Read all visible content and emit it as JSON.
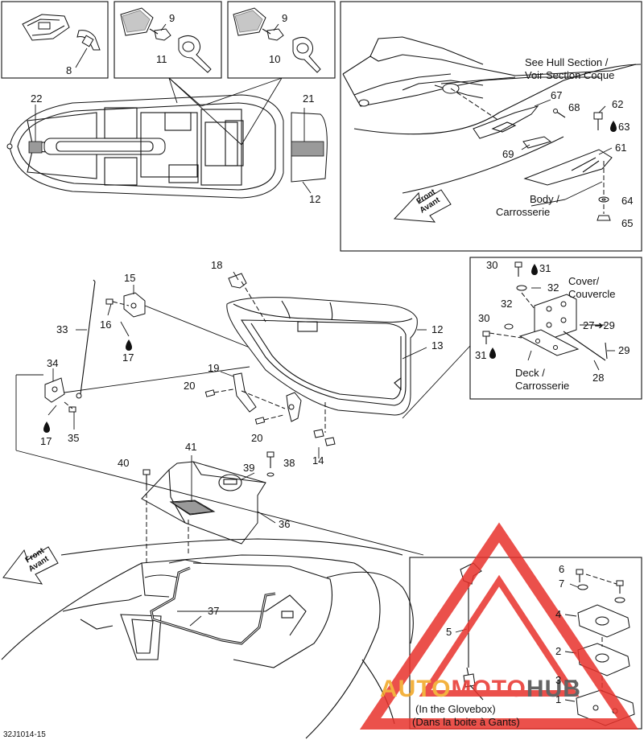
{
  "diagram_code": "32J1014-15",
  "callouts": {
    "c1": "1",
    "c2": "2",
    "c3": "3",
    "c4": "4",
    "c5": "5",
    "c6": "6",
    "c7": "7",
    "c8": "8",
    "c9a": "9",
    "c9b": "9",
    "c10": "10",
    "c11": "11",
    "c12a": "12",
    "c12b": "12",
    "c13": "13",
    "c14": "14",
    "c15": "15",
    "c16": "16",
    "c17a": "17",
    "c17b": "17",
    "c18": "18",
    "c19": "19",
    "c20a": "20",
    "c20b": "20",
    "c21": "21",
    "c22": "22",
    "c27_29": "27➔29",
    "c28": "28",
    "c29": "29",
    "c30a": "30",
    "c30b": "30",
    "c31a": "31",
    "c31b": "31",
    "c32a": "32",
    "c32b": "32",
    "c33": "33",
    "c34": "34",
    "c35": "35",
    "c36": "36",
    "c37": "37",
    "c38": "38",
    "c39": "39",
    "c40": "40",
    "c41": "41",
    "c61": "61",
    "c62": "62",
    "c63": "63",
    "c64": "64",
    "c65": "65",
    "c67": "67",
    "c68": "68",
    "c69": "69"
  },
  "notes": {
    "hull_line1": "See Hull Section /",
    "hull_line2": "Voir Section Coque",
    "body_line1": "Body /",
    "body_line2": "Carrosserie",
    "cover_line1": "Cover/",
    "cover_line2": "Couvercle",
    "deck_line1": "Deck /",
    "deck_line2": "Carrosserie",
    "glovebox_line1": "(In the Glovebox)",
    "glovebox_line2": "(Dans la boite à Gants)"
  },
  "front_arrow": {
    "line1": "Front",
    "line2": "Avant"
  },
  "watermark": {
    "text": "AUTOMOTOHUB",
    "accent_color": "#e8322c",
    "secondary_color": "#f2a51f"
  },
  "colors": {
    "line": "#111111",
    "background": "#ffffff",
    "shade": "#9a9a9a"
  }
}
